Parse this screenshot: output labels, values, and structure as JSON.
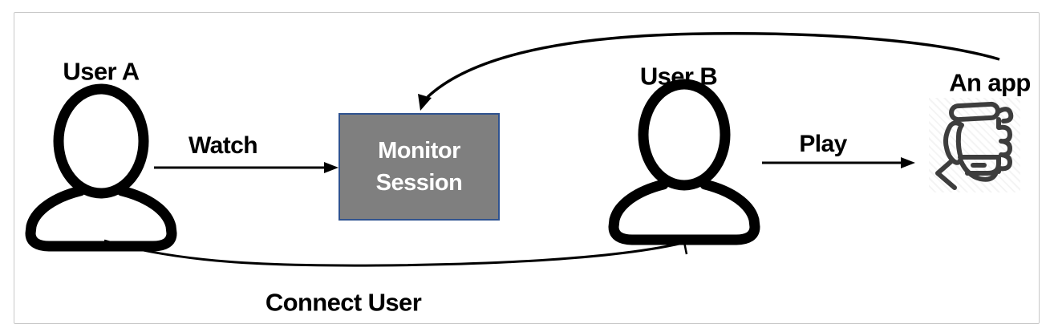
{
  "canvas": {
    "background": "#ffffff",
    "frame_border_color": "#c8c8c8",
    "arrow_color": "#000000"
  },
  "nodes": {
    "user_a": {
      "label": "User A",
      "icon": "user-icon"
    },
    "user_b": {
      "label": "User B",
      "icon": "user-icon"
    },
    "monitor_session": {
      "label_line1": "Monitor",
      "label_line2": "Session",
      "fill": "#7f7f7f",
      "border": "#2f528f",
      "text_color": "#ffffff"
    },
    "app": {
      "label": "An app",
      "icon": "hand-holding-phone-icon",
      "icon_color": "#3d3d3d"
    }
  },
  "edges": {
    "watch": {
      "label": "Watch",
      "from": "user_a",
      "to": "monitor_session",
      "style": "straight-arrow"
    },
    "play": {
      "label": "Play",
      "from": "user_b",
      "to": "app",
      "style": "straight-arrow"
    },
    "app_to_monitor": {
      "label": "",
      "from": "app",
      "to": "monitor_session",
      "style": "curved-arrow"
    },
    "connect_user": {
      "label": "Connect User",
      "from": "user_a",
      "to": "user_b",
      "style": "curved-arrow"
    }
  }
}
